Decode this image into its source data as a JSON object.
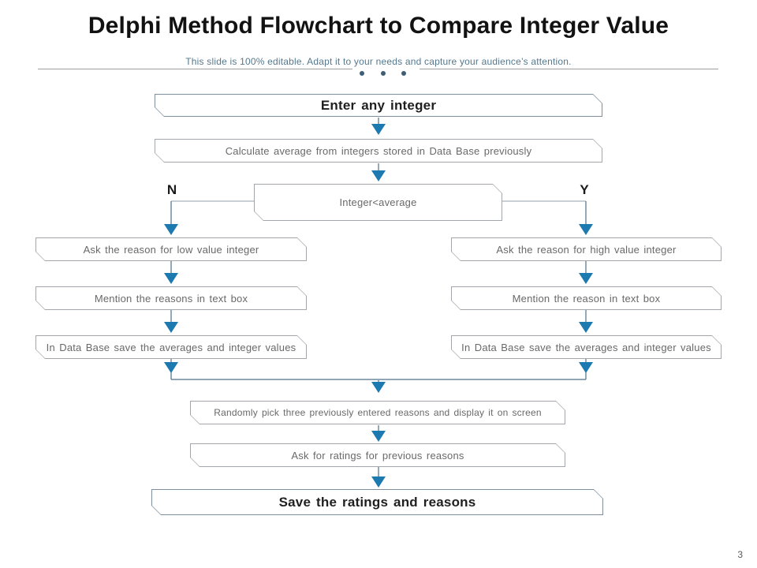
{
  "slide": {
    "title": "Delphi Method Flowchart to Compare Integer Value",
    "subtitle": "This slide is 100% editable. Adapt it to your needs and capture your audience’s attention.",
    "page_number": "3"
  },
  "colors": {
    "arrow_blue": "#1d7ab0",
    "connector_dark": "#4e7089",
    "connector_light": "#a9b3bb",
    "box_border": "#a3a7ab",
    "box_text": "#696969",
    "title_text": "#121212",
    "subtitle_text": "#54788e"
  },
  "flowchart": {
    "branch_labels": {
      "no": "N",
      "yes": "Y"
    },
    "nodes": {
      "enter": {
        "label": "Enter any integer"
      },
      "calculate": {
        "label": "Calculate average from integers stored in Data Base previously"
      },
      "decision": {
        "label": "Integer<average"
      },
      "ask_low": {
        "label": "Ask the reason for low value integer"
      },
      "mention_low": {
        "label": "Mention the reasons in text box"
      },
      "save_db_low": {
        "label": "In Data Base save the averages and integer values"
      },
      "ask_high": {
        "label": "Ask the reason for high value integer"
      },
      "mention_high": {
        "label": "Mention the reason in text box"
      },
      "save_db_high": {
        "label": "In Data Base save the averages and integer values"
      },
      "random_pick": {
        "label": "Randomly pick three previously entered reasons and display it on screen"
      },
      "ask_ratings": {
        "label": "Ask for ratings for previous reasons"
      },
      "save_ratings": {
        "label": "Save the ratings and reasons"
      }
    }
  }
}
